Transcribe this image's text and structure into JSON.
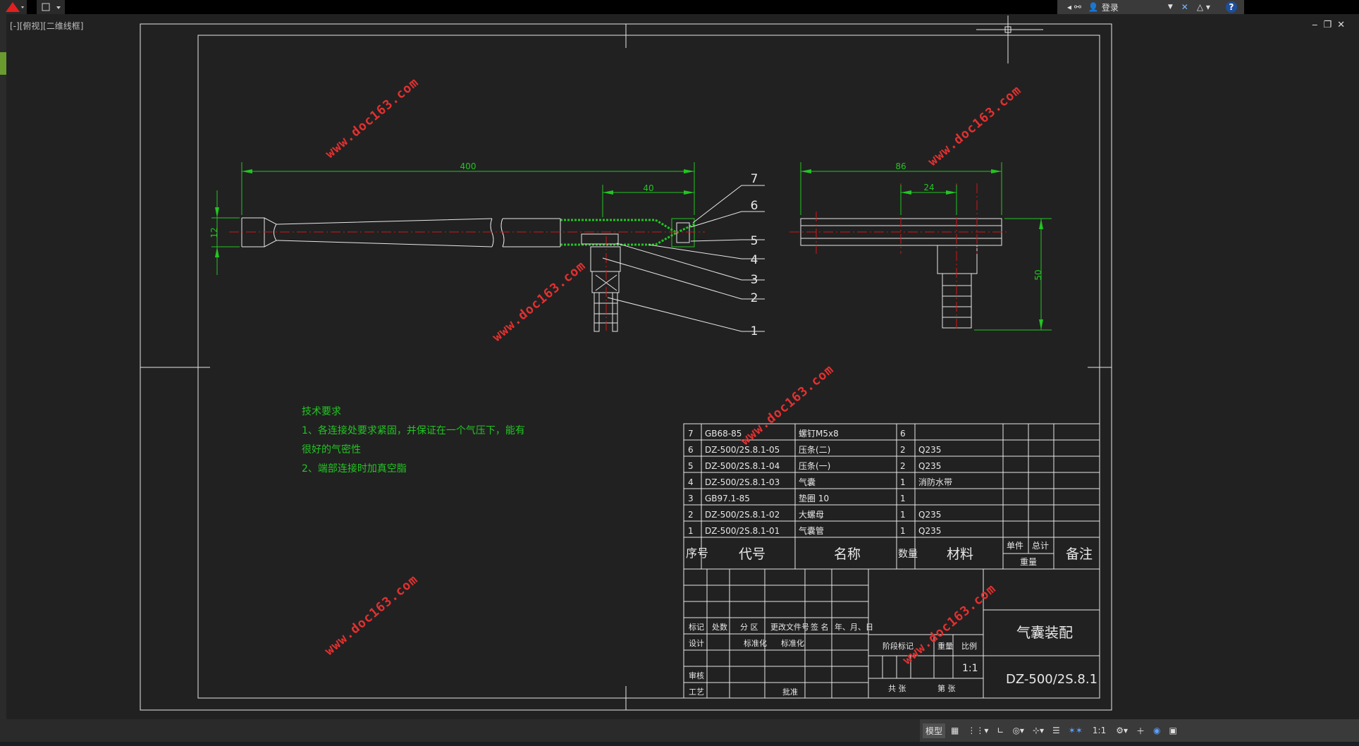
{
  "app": {
    "viewport_label": "[-][俯视][二维线框]",
    "signin_label": "登录",
    "status": {
      "model_tab": "模型",
      "scale": "1:1"
    }
  },
  "icons": [
    "autocad-logo-icon",
    "quick-access-icon",
    "binoculars-icon",
    "user-icon",
    "exchange-icon",
    "a360-icon",
    "help-icon",
    "minimize-icon",
    "restore-icon",
    "close-icon",
    "grid-icon",
    "snap-icon",
    "ortho-icon",
    "polar-icon",
    "osnap-icon",
    "lineweight-icon",
    "annotation-icon",
    "gear-icon",
    "plus-icon",
    "isolate-icon",
    "fullscreen-icon"
  ],
  "colors": {
    "background": "#212121",
    "dimension": "#22c522",
    "outline": "#e8e8e8",
    "centerline": "#d01818",
    "watermark": "#e33030"
  },
  "drawing": {
    "dimensions": {
      "d400": "400",
      "d40": "40",
      "d12": "12",
      "d86": "86",
      "d24": "24",
      "d50": "50"
    },
    "balloons": [
      "7",
      "6",
      "5",
      "4",
      "3",
      "2",
      "1"
    ],
    "watermark": "www.doc163.com",
    "tech_req": {
      "title": "技术要求",
      "line1": "1、各连接处要求紧固，并保证在一个气压下，能有",
      "line2": "很好的气密性",
      "line3": "2、端部连接时加真空脂"
    },
    "bom": {
      "rows": [
        {
          "no": "7",
          "code": "GB68-85",
          "name": "螺钉M5x8",
          "qty": "6",
          "material": ""
        },
        {
          "no": "6",
          "code": "DZ-500/2S.8.1-05",
          "name": "压条(二)",
          "qty": "2",
          "material": "Q235"
        },
        {
          "no": "5",
          "code": "DZ-500/2S.8.1-04",
          "name": "压条(一)",
          "qty": "2",
          "material": "Q235"
        },
        {
          "no": "4",
          "code": "DZ-500/2S.8.1-03",
          "name": "气囊",
          "qty": "1",
          "material": "消防水带"
        },
        {
          "no": "3",
          "code": "GB97.1-85",
          "name": "垫圈 10",
          "qty": "1",
          "material": ""
        },
        {
          "no": "2",
          "code": "DZ-500/2S.8.1-02",
          "name": "大螺母",
          "qty": "1",
          "material": "Q235"
        },
        {
          "no": "1",
          "code": "DZ-500/2S.8.1-01",
          "name": "气囊管",
          "qty": "1",
          "material": "Q235"
        }
      ],
      "header": {
        "no": "序号",
        "code": "代号",
        "name": "名称",
        "qty": "数量",
        "material": "材料",
        "single": "单件",
        "total": "总计",
        "weight": "重量",
        "remark": "备注"
      }
    },
    "title_block": {
      "mark": "标记",
      "count": "处数",
      "zone": "分 区",
      "change_doc": "更改文件号",
      "sign": "签 名",
      "date": "年、月、日",
      "design": "设计",
      "std": "标准化",
      "approve_std": "标准化",
      "check": "审核",
      "process": "工艺",
      "approve": "批准",
      "stage_mark": "阶段标记",
      "weight": "重量",
      "scale_label": "比例",
      "scale": "1:1",
      "sheets_total": "共  张",
      "sheet_no": "第  张",
      "title": "气囊装配",
      "code": "DZ-500/2S.8.1"
    }
  }
}
